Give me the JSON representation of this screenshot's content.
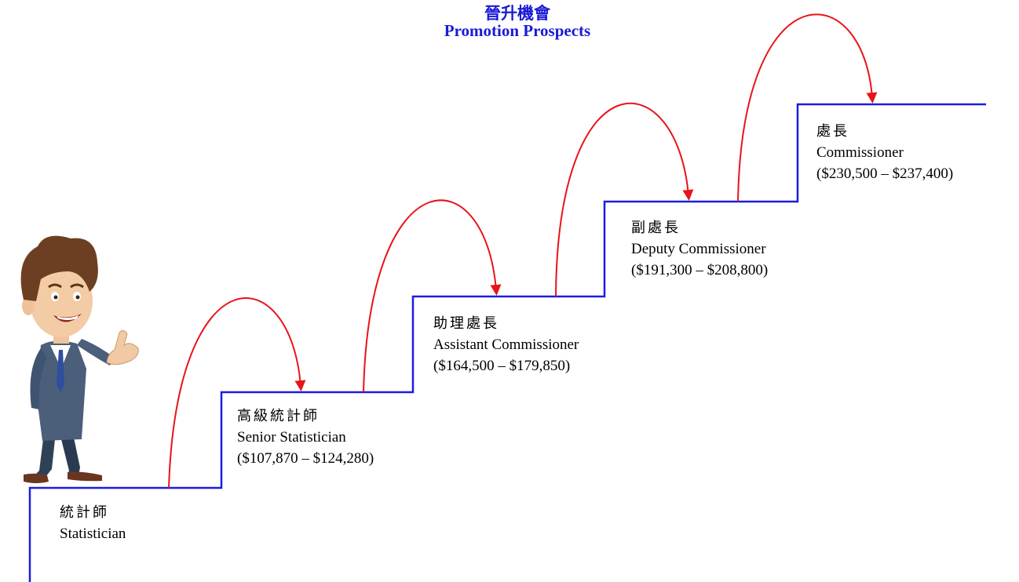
{
  "title": {
    "chinese": "晉升機會",
    "english": "Promotion Prospects"
  },
  "colors": {
    "title": "#1a1ad6",
    "steps": "#1c1ce0",
    "arrows": "#e8141a",
    "text": "#000000"
  },
  "ranks": [
    {
      "chinese": "統計師",
      "english": "Statistician",
      "salary": ""
    },
    {
      "chinese": "高級統計師",
      "english": "Senior Statistician",
      "salary": "($107,870 – $124,280)"
    },
    {
      "chinese": "助理處長",
      "english": "Assistant Commissioner",
      "salary": "($164,500 – $179,850)"
    },
    {
      "chinese": "副處長",
      "english": "Deputy Commissioner",
      "salary": "($191,300 – $208,800)"
    },
    {
      "chinese": "處長",
      "english": "Commissioner",
      "salary": "($230,500 – $237,400)"
    }
  ],
  "figure": {
    "icon": "businessman-thumbs-up-icon"
  }
}
